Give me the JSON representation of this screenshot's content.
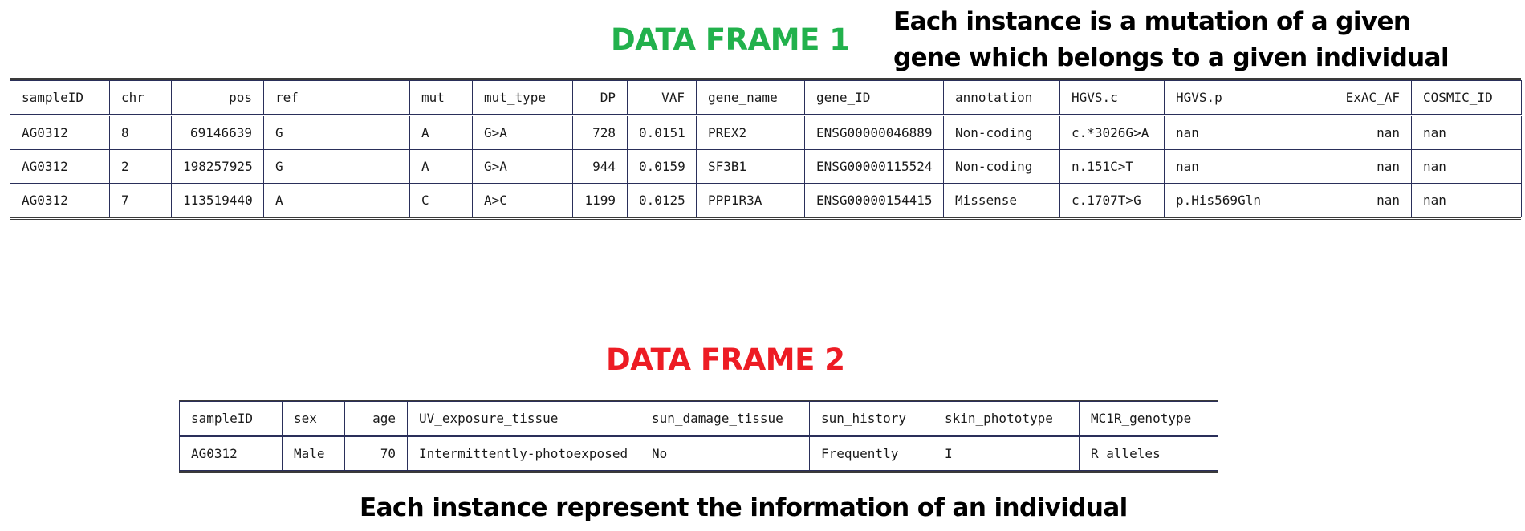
{
  "frame1": {
    "title": "DATA FRAME 1",
    "note": [
      "Each instance is a mutation of a given",
      "gene which belongs to a given individual"
    ],
    "columns": [
      {
        "label": "sampleID",
        "align": "left",
        "width": 124
      },
      {
        "label": "chr",
        "align": "left",
        "width": 77
      },
      {
        "label": "pos",
        "align": "right",
        "width": 115
      },
      {
        "label": "ref",
        "align": "left",
        "width": 182
      },
      {
        "label": "mut",
        "align": "left",
        "width": 78
      },
      {
        "label": "mut_type",
        "align": "left",
        "width": 125
      },
      {
        "label": "DP",
        "align": "right",
        "width": 68
      },
      {
        "label": "VAF",
        "align": "right",
        "width": 86
      },
      {
        "label": "gene_name",
        "align": "left",
        "width": 135
      },
      {
        "label": "gene_ID",
        "align": "left",
        "width": 173
      },
      {
        "label": "annotation",
        "align": "left",
        "width": 145
      },
      {
        "label": "HGVS.c",
        "align": "left",
        "width": 130
      },
      {
        "label": "HGVS.p",
        "align": "left",
        "width": 173
      },
      {
        "label": "ExAC_AF",
        "align": "right",
        "width": 135
      },
      {
        "label": "COSMIC_ID",
        "align": "left",
        "width": 137
      }
    ],
    "rows": [
      [
        "AG0312",
        "8",
        "69146639",
        "G",
        "A",
        "G>A",
        "728",
        "0.0151",
        "PREX2",
        "ENSG00000046889",
        "Non-coding",
        "c.*3026G>A",
        "nan",
        "nan",
        "nan"
      ],
      [
        "AG0312",
        "2",
        "198257925",
        "G",
        "A",
        "G>A",
        "944",
        "0.0159",
        "SF3B1",
        "ENSG00000115524",
        "Non-coding",
        "n.151C>T",
        "nan",
        "nan",
        "nan"
      ],
      [
        "AG0312",
        "7",
        "113519440",
        "A",
        "C",
        "A>C",
        "1199",
        "0.0125",
        "PPP1R3A",
        "ENSG00000154415",
        "Missense",
        "c.1707T>G",
        "p.His569Gln",
        "nan",
        "nan"
      ]
    ]
  },
  "frame2": {
    "title": "DATA FRAME 2",
    "note": "Each instance represent the information of an individual",
    "columns": [
      {
        "label": "sampleID",
        "align": "left",
        "width": 128
      },
      {
        "label": "sex",
        "align": "left",
        "width": 78
      },
      {
        "label": "age",
        "align": "right",
        "width": 78
      },
      {
        "label": "UV_exposure_tissue",
        "align": "left",
        "width": 290
      },
      {
        "label": "sun_damage_tissue",
        "align": "left",
        "width": 211
      },
      {
        "label": "sun_history",
        "align": "left",
        "width": 154
      },
      {
        "label": "skin_phototype",
        "align": "left",
        "width": 182
      },
      {
        "label": "MC1R_genotype",
        "align": "left",
        "width": 173
      }
    ],
    "rows": [
      [
        "AG0312",
        "Male",
        "70",
        "Intermittently-photoexposed",
        "No",
        "Frequently",
        "I",
        "R alleles"
      ]
    ]
  }
}
